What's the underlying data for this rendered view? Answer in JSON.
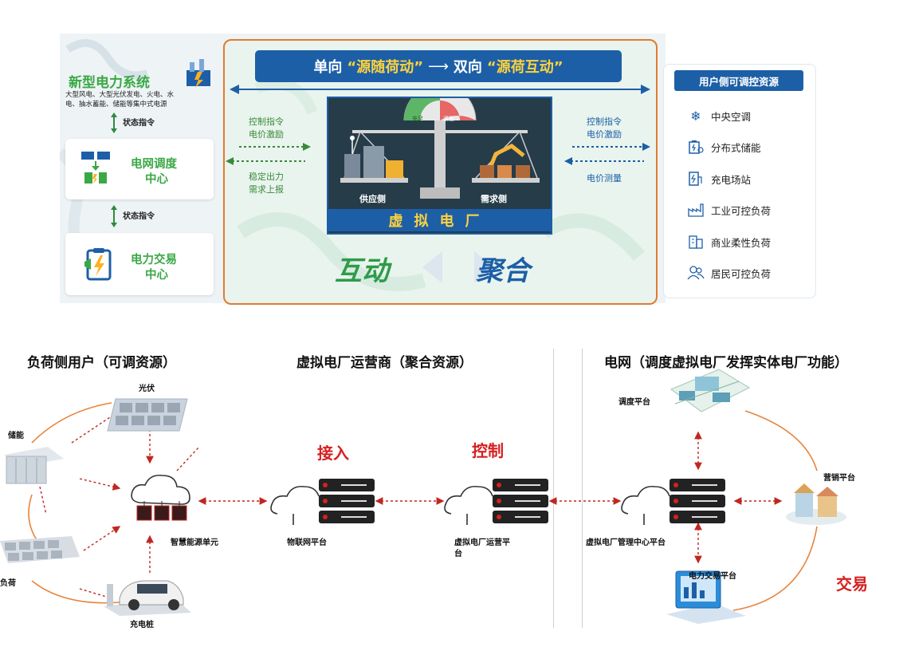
{
  "top": {
    "system": {
      "title": "新型电力系统",
      "desc_line1": "大型风电、大型光伏发电、火电、水",
      "desc_line2": "电、抽水蓄能、储能等集中式电源"
    },
    "status_cmd_1": "状态指令",
    "status_cmd_2": "状态指令",
    "grid_dispatch": {
      "line1": "电网调度",
      "line2": "中心"
    },
    "power_trade": {
      "line1": "电力交易",
      "line2": "中心"
    },
    "banner": {
      "part1": "单向",
      "quote1": "“源随荷动”",
      "arrow": "⟶",
      "part2": "双向",
      "quote2": "“源荷互动”"
    },
    "left_flow": {
      "line1": "控制指令",
      "line2": "电价激励",
      "line3": "稳定出力",
      "line4": "需求上报"
    },
    "right_flow": {
      "line1": "控制指令",
      "line2": "电价激励",
      "line3": "电价测量"
    },
    "scale": {
      "gauge_left": "充足",
      "gauge_right": "紧张",
      "supply_side": "供应侧",
      "demand_side": "需求侧",
      "vpp": "虚拟电厂"
    },
    "callig_left": "互动",
    "callig_right": "聚合",
    "user_resources": {
      "title": "用户侧可调控资源",
      "items": [
        {
          "label": "中央空调",
          "icon": "snowflake-icon"
        },
        {
          "label": "分布式储能",
          "icon": "battery-storage-icon"
        },
        {
          "label": "充电场站",
          "icon": "charging-station-icon"
        },
        {
          "label": "工业可控负荷",
          "icon": "factory-icon"
        },
        {
          "label": "商业柔性负荷",
          "icon": "building-icon"
        },
        {
          "label": "居民可控负荷",
          "icon": "people-icon"
        }
      ]
    }
  },
  "bottom": {
    "sections": {
      "left": "负荷侧用户（可调资源）",
      "middle": "虚拟电厂运营商（聚合资源）",
      "right": "电网（调度虚拟电厂发挥实体电厂功能）"
    },
    "nodes": {
      "solar": "光伏",
      "storage": "储能",
      "load": "负荷",
      "charger": "充电桩",
      "smart_unit": "智慧能源单元",
      "iot": "物联网平台",
      "operator_line1": "虚拟电厂运营平",
      "operator_line2": "台",
      "mgmt": "虚拟电厂管理中心平台",
      "dispatch": "调度平台",
      "marketing": "营销平台",
      "trading": "电力交易平台"
    },
    "labels": {
      "access": "接入",
      "control": "控制",
      "trade": "交易"
    }
  },
  "colors": {
    "accent_blue": "#1d5fa7",
    "green": "#3aa845",
    "orange": "#e27b2c",
    "red": "#d62020",
    "yellow": "#ffd23c"
  }
}
